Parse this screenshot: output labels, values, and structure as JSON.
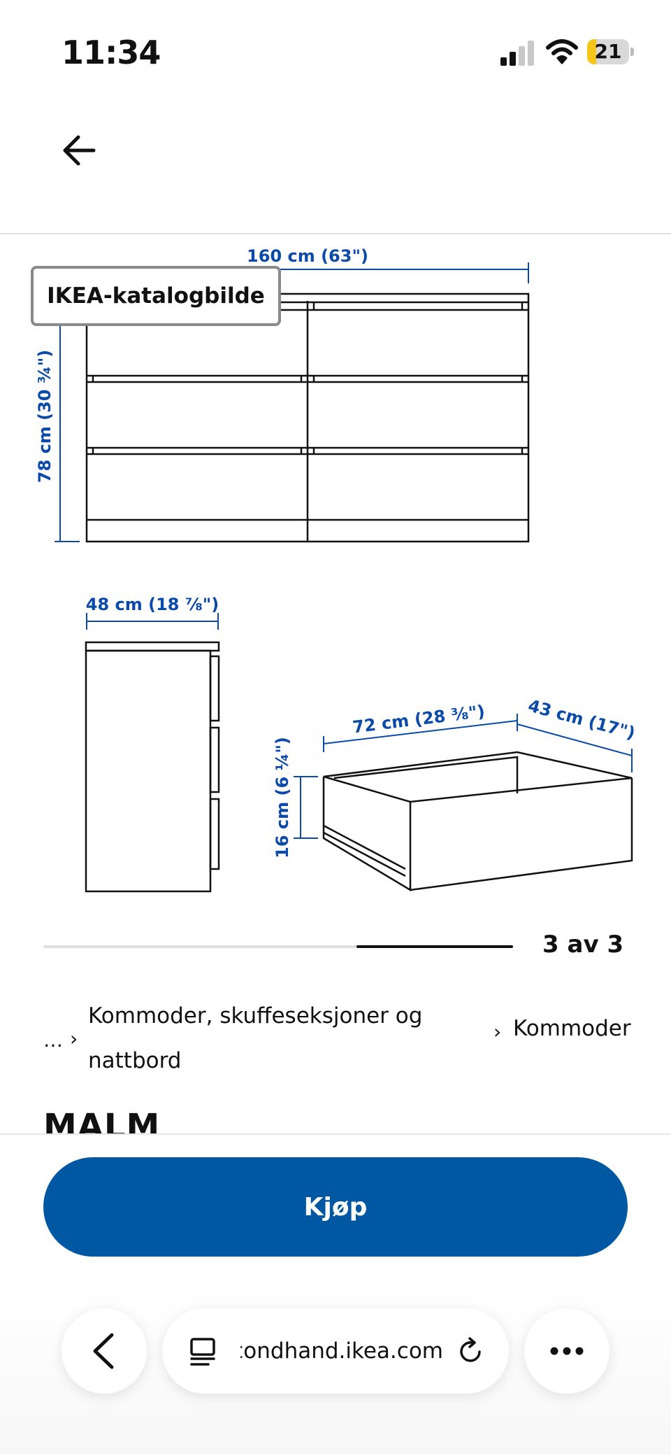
{
  "status_bar": {
    "time": "11:34",
    "battery_level": "21",
    "battery_fraction": 0.21,
    "signal_bars_active": 2,
    "signal_bars_total": 4,
    "battery_color": "#f5c518"
  },
  "header": {
    "back_icon": "arrow-left-icon"
  },
  "gallery": {
    "badge": "IKEA-katalogbilde",
    "counter": "3 av 3",
    "current_index": 3,
    "total": 3,
    "dimensions": {
      "width": "160 cm (63\")",
      "height": "78 cm (30 ¾\")",
      "depth": "48 cm (18 ⅞\")",
      "drawer_width": "72 cm (28 ⅜\")",
      "drawer_depth": "43 cm (17\")",
      "drawer_height": "16 cm (6 ¼\")"
    },
    "dimension_color": "#0b4aa8"
  },
  "breadcrumb": {
    "ellipsis": "…",
    "separator": "›",
    "category": "Kommoder, skuffeseksjoner og nattbord",
    "subcategory": "Kommoder"
  },
  "product": {
    "name": "MALM"
  },
  "actions": {
    "buy_label": "Kjøp",
    "buy_color": "#0058a3"
  },
  "browser": {
    "address": "secondhand.ikea.com",
    "back_icon": "chevron-left-icon",
    "reader_icon": "reader-icon",
    "reload_icon": "reload-icon",
    "more_icon": "more-icon"
  }
}
